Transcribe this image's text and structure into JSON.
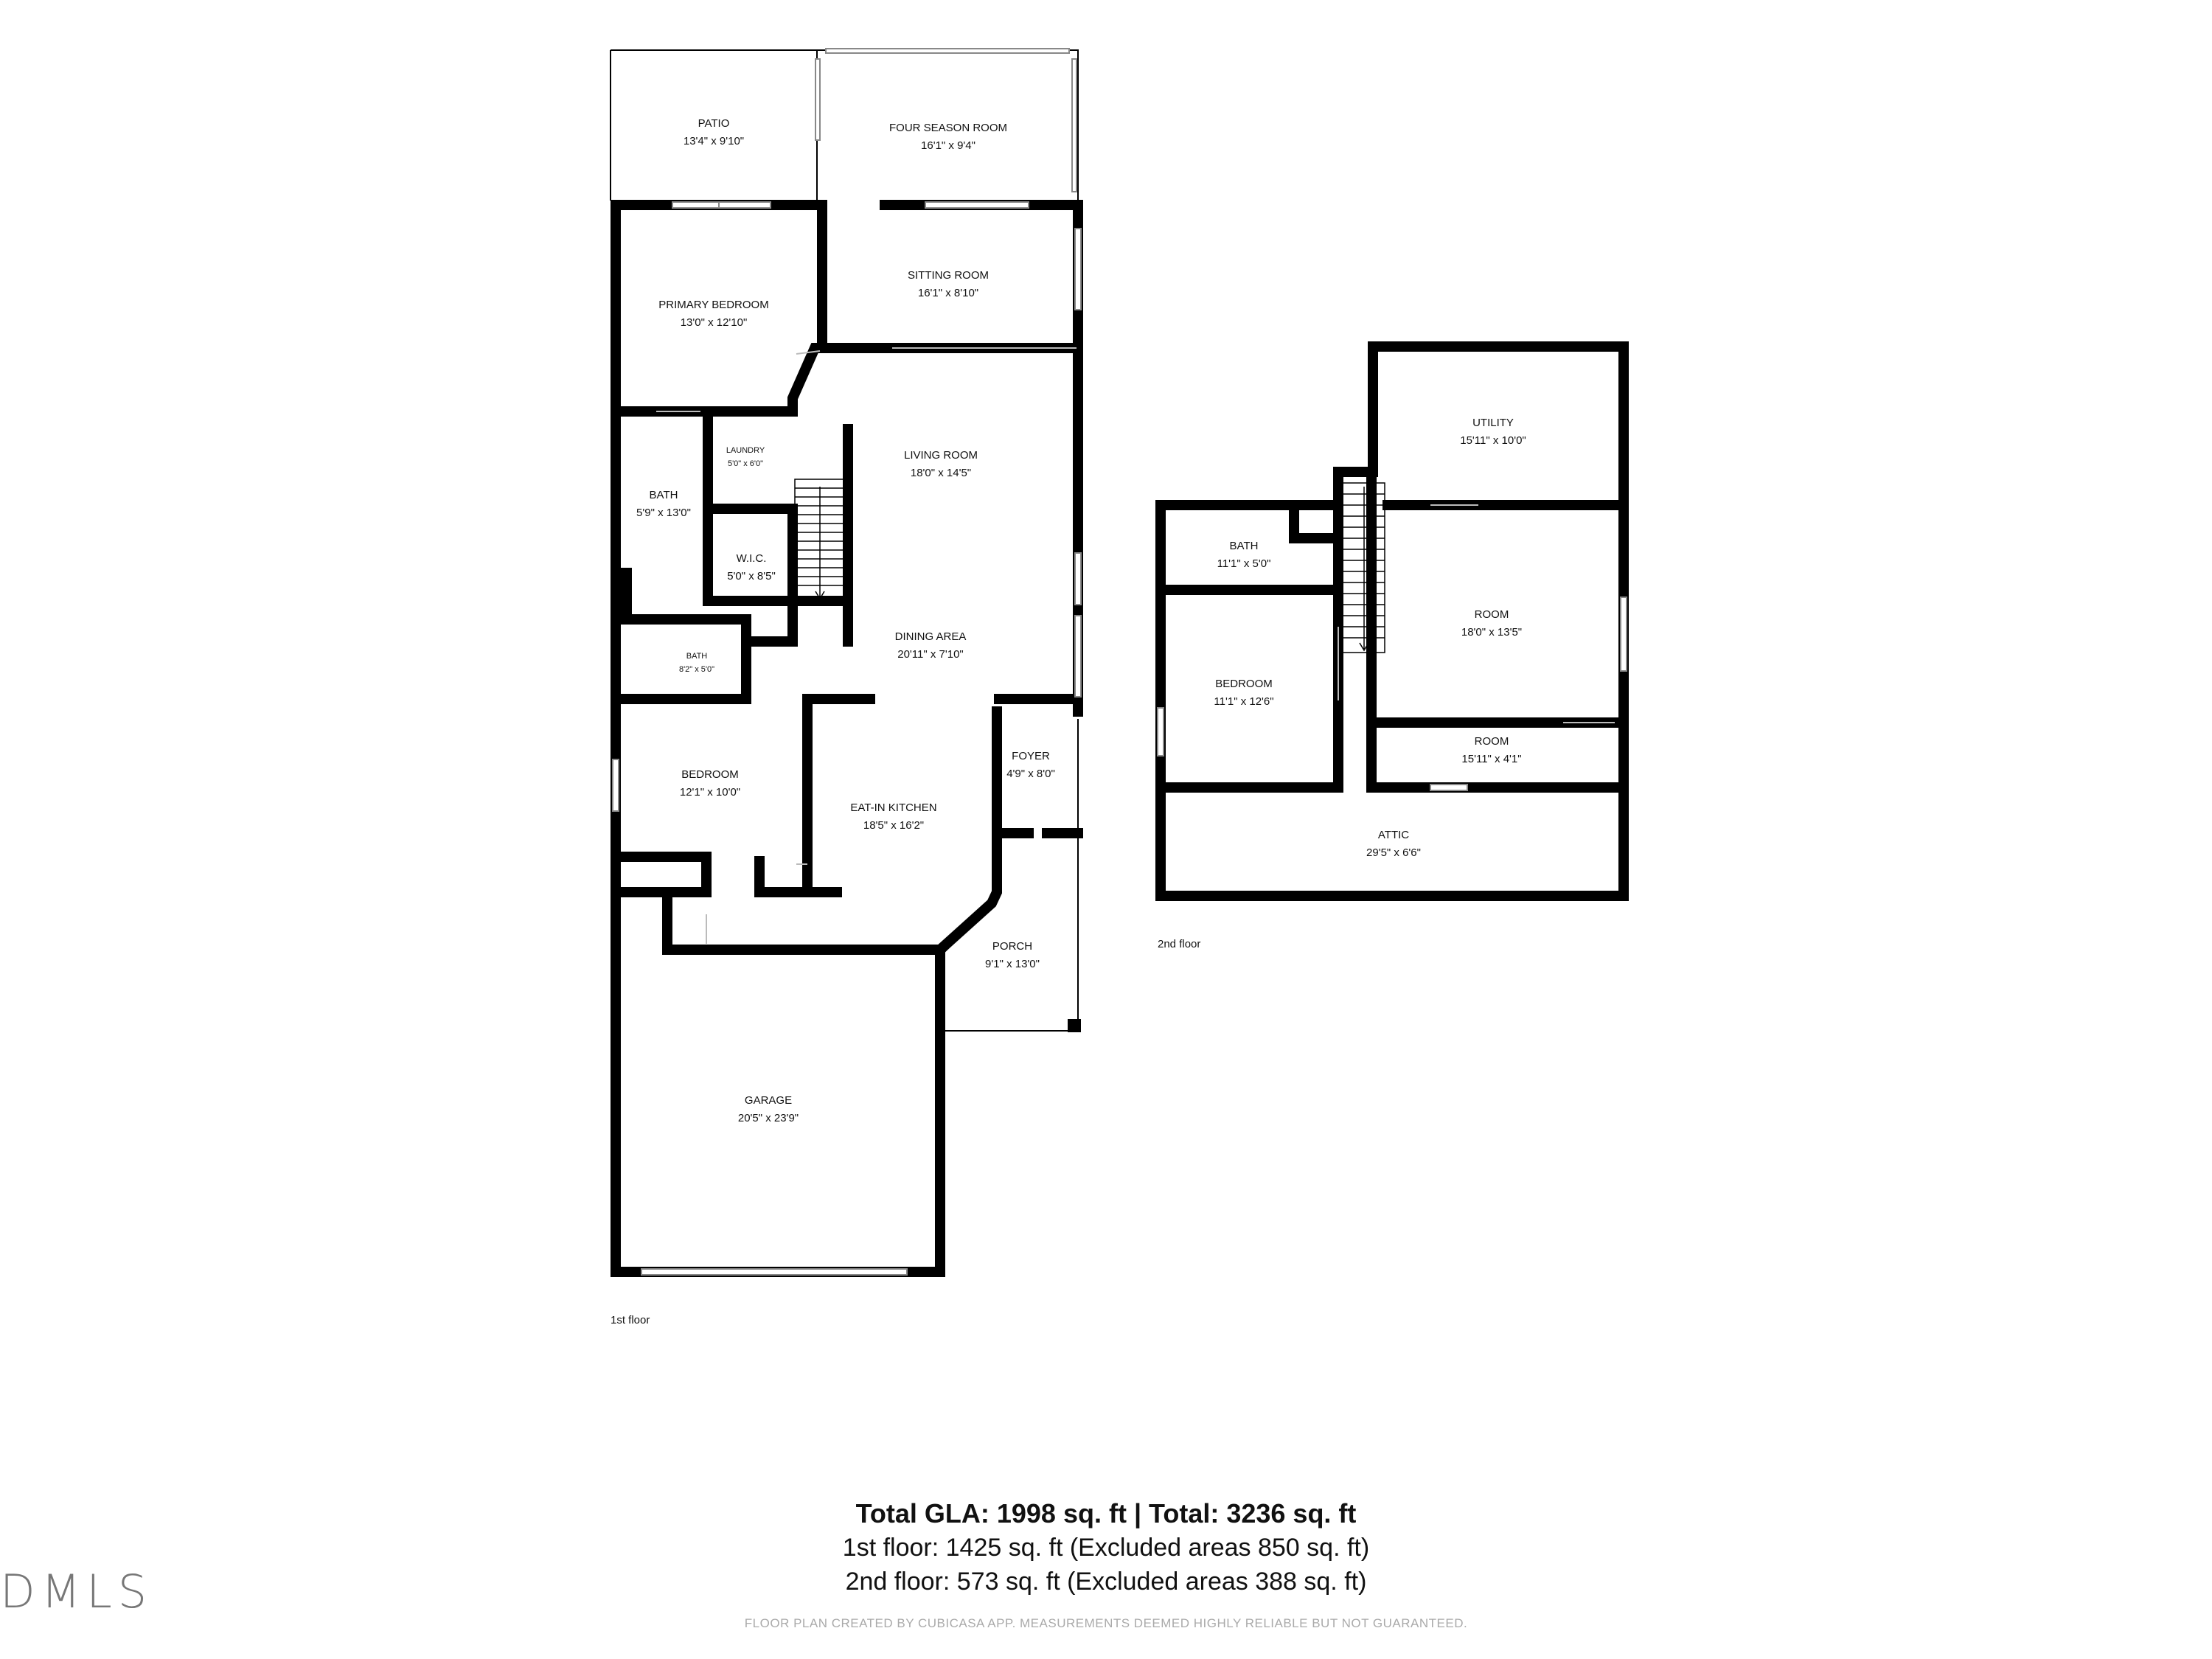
{
  "floors": [
    {
      "label": "1st floor",
      "rooms": [
        {
          "name": "PATIO",
          "dims": "13'4\" x 9'10\""
        },
        {
          "name": "FOUR SEASON ROOM",
          "dims": "16'1\" x 9'4\""
        },
        {
          "name": "SITTING ROOM",
          "dims": "16'1\" x 8'10\""
        },
        {
          "name": "PRIMARY BEDROOM",
          "dims": "13'0\" x 12'10\""
        },
        {
          "name": "LIVING ROOM",
          "dims": "18'0\" x 14'5\""
        },
        {
          "name": "LAUNDRY",
          "dims": "5'0\" x 6'0\""
        },
        {
          "name": "BATH",
          "dims": "5'9\" x 13'0\""
        },
        {
          "name": "W.I.C.",
          "dims": "5'0\" x 8'5\""
        },
        {
          "name": "DINING AREA",
          "dims": "20'11\" x 7'10\""
        },
        {
          "name": "BATH",
          "dims": "8'2\" x 5'0\""
        },
        {
          "name": "FOYER",
          "dims": "4'9\" x 8'0\""
        },
        {
          "name": "BEDROOM",
          "dims": "12'1\" x 10'0\""
        },
        {
          "name": "EAT-IN KITCHEN",
          "dims": "18'5\" x 16'2\""
        },
        {
          "name": "PORCH",
          "dims": "9'1\" x 13'0\""
        },
        {
          "name": "GARAGE",
          "dims": "20'5\" x 23'9\""
        }
      ]
    },
    {
      "label": "2nd floor",
      "rooms": [
        {
          "name": "UTILITY",
          "dims": "15'11\" x 10'0\""
        },
        {
          "name": "BATH",
          "dims": "11'1\" x 5'0\""
        },
        {
          "name": "ROOM",
          "dims": "18'0\" x 13'5\""
        },
        {
          "name": "BEDROOM",
          "dims": "11'1\" x 12'6\""
        },
        {
          "name": "ROOM",
          "dims": "15'11\" x 4'1\""
        },
        {
          "name": "ATTIC",
          "dims": "29'5\" x 6'6\""
        }
      ]
    }
  ],
  "summary": {
    "total": "Total GLA: 1998 sq. ft | Total: 3236 sq. ft",
    "first": "1st floor: 1425 sq. ft (Excluded areas 850 sq. ft)",
    "second": "2nd floor: 573 sq. ft (Excluded areas 388 sq. ft)"
  },
  "disclaimer": "FLOOR PLAN CREATED BY CUBICASA APP. MEASUREMENTS DEEMED HIGHLY RELIABLE BUT NOT GUARANTEED.",
  "logo": "DMLS"
}
